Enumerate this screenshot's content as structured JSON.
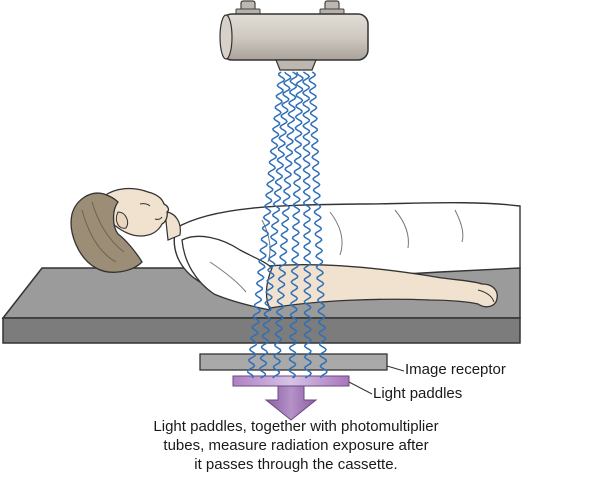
{
  "labels": {
    "image_receptor": "Image receptor",
    "light_paddles": "Light paddles"
  },
  "caption": {
    "lines": [
      "Light paddles, together with photomultiplier",
      "tubes, measure radiation exposure after",
      "it passes through the cassette."
    ]
  },
  "icons": {
    "xray_tube": "x-ray-tube-icon",
    "radiation_waves": "radiation-wave-icon",
    "arrow": "down-arrow-icon"
  },
  "colors": {
    "radiation": "#2f6fb8",
    "tube": "#c9c4bd",
    "table": "#8f8f8f",
    "skin": "#f1e2cf",
    "gown": "#ffffff",
    "hair": "#9c8e76",
    "receptor": "#a9a9a9",
    "light_paddles": "#b48bc6",
    "arrow": "#9a6fb0"
  }
}
